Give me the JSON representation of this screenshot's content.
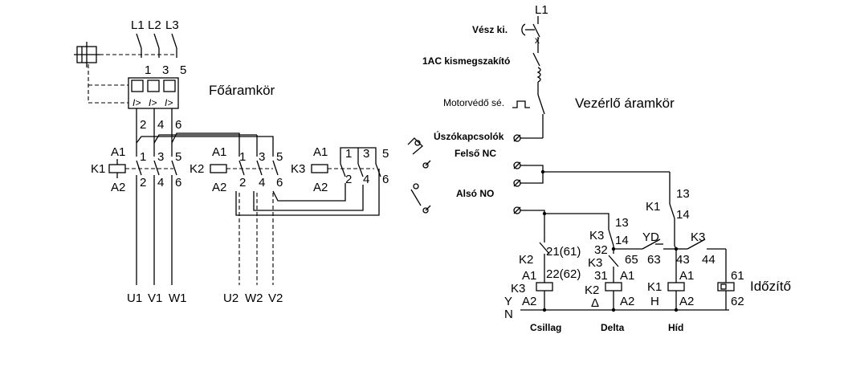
{
  "main_circuit": {
    "title": "Főáramkör",
    "phases": [
      "L1",
      "L2",
      "L3"
    ],
    "breaker_top": [
      "1",
      "3",
      "5"
    ],
    "breaker_bottom": [
      "2",
      "4",
      "6"
    ],
    "contactors": [
      {
        "name": "K1",
        "a1": "A1",
        "a2": "A2",
        "top": [
          "1",
          "3",
          "5"
        ],
        "bottom": [
          "2",
          "4",
          "6"
        ]
      },
      {
        "name": "K2",
        "a1": "A1",
        "a2": "A2",
        "top": [
          "1",
          "3",
          "5"
        ],
        "bottom": [
          "2",
          "4",
          "6"
        ]
      },
      {
        "name": "K3",
        "a1": "A1",
        "a2": "A2",
        "top": [
          "1",
          "3",
          "5"
        ],
        "bottom": [
          "2",
          "4",
          "6"
        ]
      }
    ],
    "outputs": [
      "U1",
      "V1",
      "W1",
      "U2",
      "W2",
      "V2"
    ]
  },
  "control_circuit": {
    "title": "Vezérlő áramkör",
    "supply_top": "L1",
    "emergency_stop": "Vész ki.",
    "mcb": "1AC  kismegszakító",
    "motor_protection": "Motorvédő sé.",
    "float_switches": "Úszókapcsolók",
    "upper": "Felső NC",
    "lower": "Alsó NO",
    "supply_bottom": [
      "Y",
      "N"
    ],
    "timer": "Időzítő",
    "k1_aux": {
      "name": "K1",
      "t1": "13",
      "t2": "14"
    },
    "k3_aux_left": {
      "name": "K3",
      "t1": "13",
      "t2": "14"
    },
    "k2_nc": {
      "name": "K2",
      "t1": "21(61)",
      "t2": "22(62)"
    },
    "k3_nc": {
      "name": "K3",
      "t1": "32",
      "t2": "31"
    },
    "yd": {
      "name": "YD",
      "t1": "65",
      "t2": "63"
    },
    "k3_right": {
      "name": "K3",
      "t1": "43",
      "t2": "44"
    },
    "coils": [
      {
        "name": "K3",
        "a1": "A1",
        "a2": "A2",
        "role": "Csillag"
      },
      {
        "name": "K2",
        "sub": "Δ",
        "a1": "A1",
        "a2": "A2",
        "role": "Delta"
      },
      {
        "name": "K1",
        "sub": "H",
        "a1": "A1",
        "a2": "A2",
        "role": "Híd"
      }
    ],
    "timer_terminals": [
      "61",
      "62"
    ]
  }
}
